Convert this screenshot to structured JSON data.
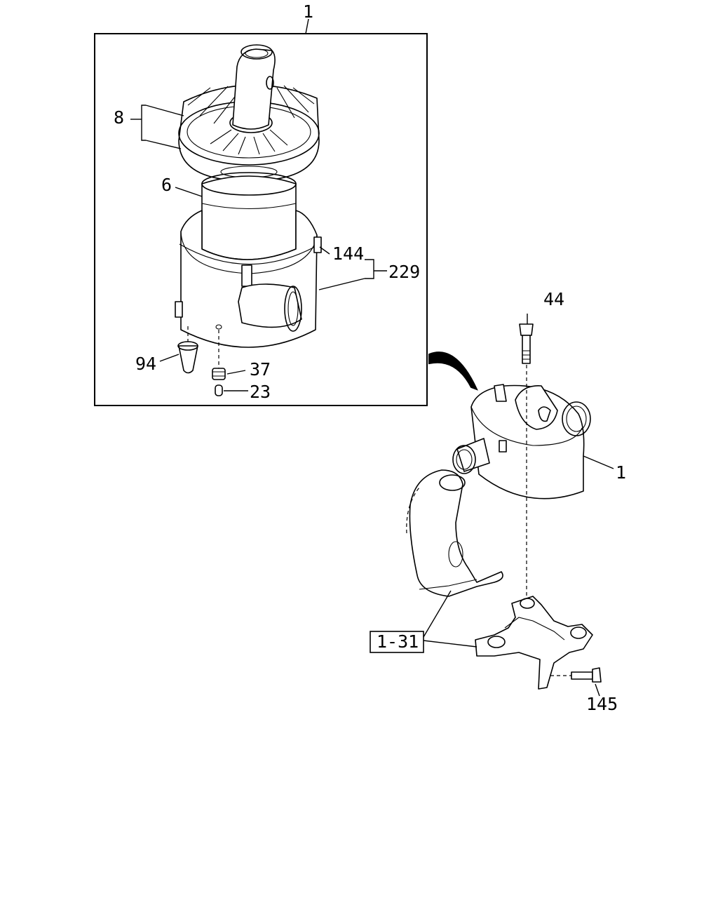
{
  "callouts": {
    "assembly_top": "1",
    "assembly_side": "1",
    "cover": "8",
    "element": "6",
    "clamp": "144",
    "kit": "229",
    "valve": "94",
    "grommet": "37",
    "plug": "23",
    "bolt_top": "44",
    "ref_bracket": "1-31",
    "bolt_bottom": "145"
  }
}
